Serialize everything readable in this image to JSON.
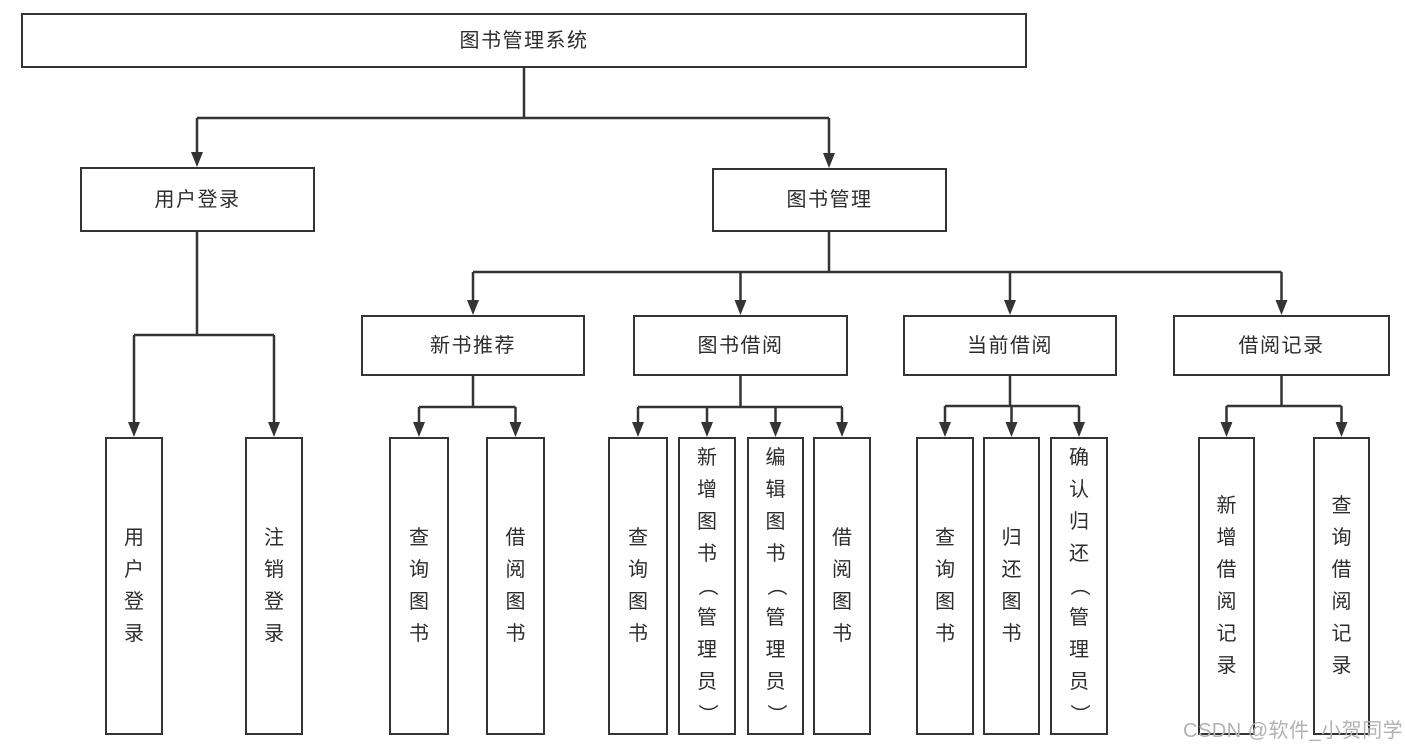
{
  "diagram": {
    "title": "图书管理系统",
    "type": "functional-structure-tree",
    "colors": {
      "line": "#343434",
      "box_border": "#343434",
      "box_bg": "#ffffff",
      "text": "#2d2d2d",
      "watermark_text": "#b2b2b2"
    },
    "nodes": {
      "root": {
        "label": "图书管理系统",
        "orientation": "horizontal"
      },
      "user_login": {
        "label": "用户登录",
        "orientation": "horizontal"
      },
      "book_mgmt": {
        "label": "图书管理",
        "orientation": "horizontal"
      },
      "new_rec": {
        "label": "新书推荐",
        "orientation": "horizontal"
      },
      "borrowing": {
        "label": "图书借阅",
        "orientation": "horizontal"
      },
      "current": {
        "label": "当前借阅",
        "orientation": "horizontal"
      },
      "records": {
        "label": "借阅记录",
        "orientation": "horizontal"
      },
      "leaf_user_login": {
        "label": "用户登录",
        "orientation": "vertical"
      },
      "leaf_logout": {
        "label": "注销登录",
        "orientation": "vertical"
      },
      "leaf_rec_query": {
        "label": "查询图书",
        "orientation": "vertical"
      },
      "leaf_rec_borrow": {
        "label": "借阅图书",
        "orientation": "vertical"
      },
      "leaf_bor_query": {
        "label": "查询图书",
        "orientation": "vertical"
      },
      "leaf_bor_add": {
        "label": "新增图书（管理员）",
        "orientation": "vertical"
      },
      "leaf_bor_edit": {
        "label": "编辑图书（管理员）",
        "orientation": "vertical"
      },
      "leaf_bor_borrow": {
        "label": "借阅图书",
        "orientation": "vertical"
      },
      "leaf_cur_query": {
        "label": "查询图书",
        "orientation": "vertical"
      },
      "leaf_cur_return": {
        "label": "归还图书",
        "orientation": "vertical"
      },
      "leaf_cur_confirm": {
        "label": "确认归还（管理员）",
        "orientation": "vertical"
      },
      "leaf_hist_add": {
        "label": "新增借阅记录",
        "orientation": "vertical"
      },
      "leaf_hist_query": {
        "label": "查询借阅记录",
        "orientation": "vertical"
      }
    },
    "edges": [
      [
        "root",
        "user_login"
      ],
      [
        "root",
        "book_mgmt"
      ],
      [
        "user_login",
        "leaf_user_login"
      ],
      [
        "user_login",
        "leaf_logout"
      ],
      [
        "book_mgmt",
        "new_rec"
      ],
      [
        "book_mgmt",
        "borrowing"
      ],
      [
        "book_mgmt",
        "current"
      ],
      [
        "book_mgmt",
        "records"
      ],
      [
        "new_rec",
        "leaf_rec_query"
      ],
      [
        "new_rec",
        "leaf_rec_borrow"
      ],
      [
        "borrowing",
        "leaf_bor_query"
      ],
      [
        "borrowing",
        "leaf_bor_add"
      ],
      [
        "borrowing",
        "leaf_bor_edit"
      ],
      [
        "borrowing",
        "leaf_bor_borrow"
      ],
      [
        "current",
        "leaf_cur_query"
      ],
      [
        "current",
        "leaf_cur_return"
      ],
      [
        "current",
        "leaf_cur_confirm"
      ],
      [
        "records",
        "leaf_hist_add"
      ],
      [
        "records",
        "leaf_hist_query"
      ]
    ],
    "watermark": "CSDN @软件_小贺同学"
  }
}
